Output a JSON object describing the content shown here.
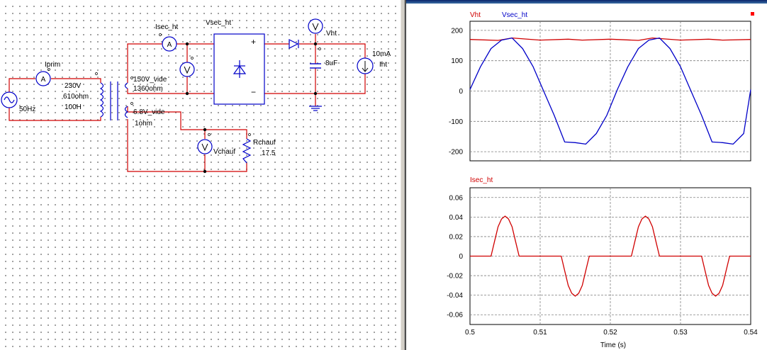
{
  "schematic": {
    "source": {
      "freq": "50Hz"
    },
    "ammeters": {
      "primary": "Iprim",
      "secondary_ht": "Isec_ht",
      "symbol": "A"
    },
    "transformer": {
      "primary": [
        "230V",
        "610ohm",
        "100H"
      ],
      "secondary_ht": [
        "150V_vide",
        "1360ohm"
      ],
      "secondary_heater": [
        "6.8V_vide",
        "1ohm"
      ]
    },
    "voltmeters": {
      "sec_ht": "Vsec_ht",
      "ht": "Vht",
      "heater": "Vchauf",
      "symbol": "V"
    },
    "rectifier": {
      "plus": "+",
      "minus": "−"
    },
    "capacitor": "8uF",
    "current_load": [
      "10mA",
      "Iht"
    ],
    "resistor": [
      "Rchauf",
      "17.5"
    ]
  },
  "colors": {
    "red": "#d00000",
    "blue": "#0000c8",
    "grid": "#7f7f7f"
  },
  "plots": {
    "time_label": "Time (s)",
    "x_ticks": [
      "0.5",
      "0.51",
      "0.52",
      "0.53",
      "0.54"
    ],
    "top_legend": [
      "Vht",
      "Vsec_ht"
    ],
    "bottom_legend": [
      "Isec_ht"
    ]
  },
  "chart_data": [
    {
      "type": "line",
      "xlabel": "Time (s)",
      "xlim": [
        0.5,
        0.54
      ],
      "ylim": [
        -230,
        230
      ],
      "y_ticks": [
        "200",
        "100",
        "0",
        "-100",
        "-200"
      ],
      "grid": true,
      "legend": "top-left",
      "series": [
        {
          "name": "Vht",
          "color": "#d00000",
          "x": [
            0.5,
            0.504,
            0.506,
            0.51,
            0.514,
            0.516,
            0.52,
            0.524,
            0.526,
            0.53,
            0.534,
            0.536,
            0.54
          ],
          "y": [
            170,
            167,
            175,
            168,
            171,
            168,
            171,
            167,
            175,
            168,
            171,
            168,
            170
          ]
        },
        {
          "name": "Vsec_ht",
          "color": "#0000c8",
          "x": [
            0.5,
            0.5015,
            0.503,
            0.5045,
            0.506,
            0.5075,
            0.509,
            0.5105,
            0.512,
            0.5135,
            0.515,
            0.5165,
            0.518,
            0.5195,
            0.521,
            0.5225,
            0.524,
            0.5255,
            0.527,
            0.5285,
            0.53,
            0.5315,
            0.533,
            0.5345,
            0.536,
            0.5375,
            0.539,
            0.54
          ],
          "y": [
            5,
            80,
            140,
            168,
            175,
            140,
            80,
            0,
            -80,
            -168,
            -170,
            -175,
            -140,
            -80,
            5,
            80,
            140,
            168,
            175,
            140,
            80,
            0,
            -80,
            -168,
            -170,
            -175,
            -140,
            5
          ]
        }
      ]
    },
    {
      "type": "line",
      "xlabel": "Time (s)",
      "xlim": [
        0.5,
        0.54
      ],
      "ylim": [
        -0.07,
        0.07
      ],
      "y_ticks": [
        "0.06",
        "0.04",
        "0.02",
        "0",
        "-0.02",
        "-0.04",
        "-0.06"
      ],
      "grid": true,
      "legend": "top-left",
      "series": [
        {
          "name": "Isec_ht",
          "color": "#d00000",
          "x": [
            0.5,
            0.503,
            0.5035,
            0.504,
            0.5045,
            0.505,
            0.5055,
            0.506,
            0.5065,
            0.507,
            0.513,
            0.5135,
            0.514,
            0.5145,
            0.515,
            0.5155,
            0.516,
            0.5165,
            0.517,
            0.523,
            0.5235,
            0.524,
            0.5245,
            0.525,
            0.5255,
            0.526,
            0.5265,
            0.527,
            0.533,
            0.5335,
            0.534,
            0.5345,
            0.535,
            0.5355,
            0.536,
            0.5365,
            0.537,
            0.54
          ],
          "y": [
            0,
            0,
            0.015,
            0.03,
            0.038,
            0.041,
            0.038,
            0.03,
            0.015,
            0,
            0,
            -0.015,
            -0.03,
            -0.038,
            -0.041,
            -0.038,
            -0.03,
            -0.015,
            0,
            0,
            0.015,
            0.03,
            0.038,
            0.041,
            0.038,
            0.03,
            0.015,
            0,
            0,
            -0.015,
            -0.03,
            -0.038,
            -0.041,
            -0.038,
            -0.03,
            -0.015,
            0,
            0
          ]
        }
      ]
    }
  ]
}
